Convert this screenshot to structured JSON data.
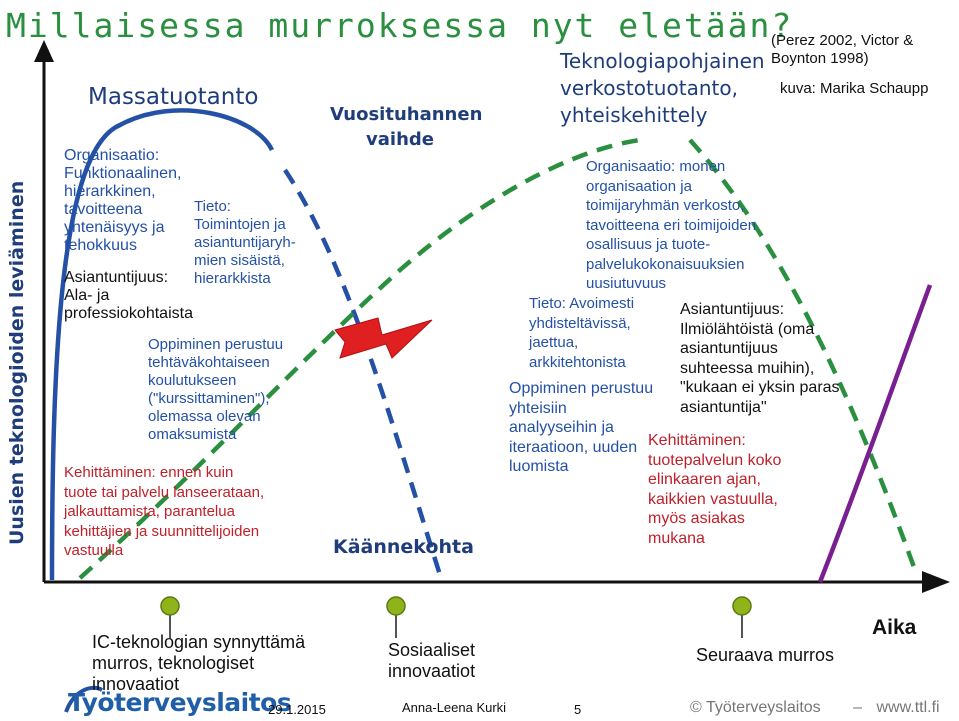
{
  "title": "Millaisessa murroksessa nyt eletään?",
  "y_axis_label": "Uusien teknologioiden leviäminen",
  "x_axis_label": "Aika",
  "reference": [
    "(Perez 2002, Victor &",
    "Boynton 1998)"
  ],
  "image_credit": "kuva: Marika Schaupp",
  "era1": {
    "heading": "Massatuotanto",
    "organisation": [
      "Organisaatio:",
      "Funktionaalinen,",
      "hierarkkinen,",
      "tavoitteena",
      "yhtenäisyys ja",
      "tehokkuus"
    ],
    "knowledge": [
      "Tieto:",
      "Toimintojen ja",
      "asiantuntijaryh-",
      "mien sisäistä,",
      "hierarkkista"
    ],
    "expertise": [
      "Asiantuntijuus:",
      "Ala- ja",
      "professiokohtaista"
    ],
    "learning": [
      "Oppiminen perustuu",
      "tehtäväkohtaiseen",
      "koulutukseen",
      "(\"kurssittaminen\"),",
      "olemassa olevan",
      "omaksumista"
    ],
    "development": [
      "Kehittäminen: ennen kuin",
      "tuote tai palvelu lanseerataan,",
      "jalkauttamista, parantelua",
      "kehittäjien ja suunnittelijoiden",
      "vastuulla"
    ]
  },
  "transition": {
    "heading": [
      "Vuosituhannen",
      "vaihde"
    ],
    "turning_point": "Käännekohta"
  },
  "era2": {
    "heading": [
      "Teknologiapohjainen",
      "verkostotuotanto,",
      "yhteiskehittely"
    ],
    "organisation": [
      "Organisaatio: monen",
      "organisaation ja",
      "toimijaryhmän verkosto,",
      "tavoitteena eri toimijoiden",
      "osallisuus ja tuote-",
      "palvelukokonaisuuksien",
      "uusiutuvuus"
    ],
    "knowledge": [
      "Tieto: Avoimesti",
      "yhdisteltävissä,",
      "jaettua,",
      "arkkitehtonista"
    ],
    "expertise": [
      "Asiantuntijuus:",
      "Ilmiölähtöistä (oma",
      "asiantuntijuus",
      "suhteessa muihin),",
      "\"kukaan ei yksin paras",
      "asiantuntija\""
    ],
    "learning": [
      "Oppiminen perustuu",
      "yhteisiin",
      "analyyseihin ja",
      "iteraatioon, uuden",
      "luomista"
    ],
    "development": [
      "Kehittäminen:",
      "tuotepalvelun koko",
      "elinkaaren ajan,",
      "kaikkien vastuulla,",
      "myös asiakas",
      "mukana"
    ]
  },
  "timeline": {
    "ict": [
      "IC-teknologian synnyttämä",
      "murros, teknologiset",
      "innovaatiot"
    ],
    "social": [
      "Sosiaaliset",
      "innovaatiot"
    ],
    "next": "Seuraava murros"
  },
  "footer": {
    "logo": "Työterveyslaitos",
    "date": "29.1.2015",
    "author": "Anna-Leena Kurki",
    "page": "5",
    "copyright": "© Työterveyslaitos",
    "dash": "–",
    "url": "www.ttl.fi"
  },
  "colors": {
    "title": "#2a8f3e",
    "curve1": "#2451a6",
    "curve2": "#2a8f3e",
    "curve3": "#7a1f8f",
    "lightning": "#e02020",
    "pins": "#8fb31a",
    "axis": "#111111"
  }
}
